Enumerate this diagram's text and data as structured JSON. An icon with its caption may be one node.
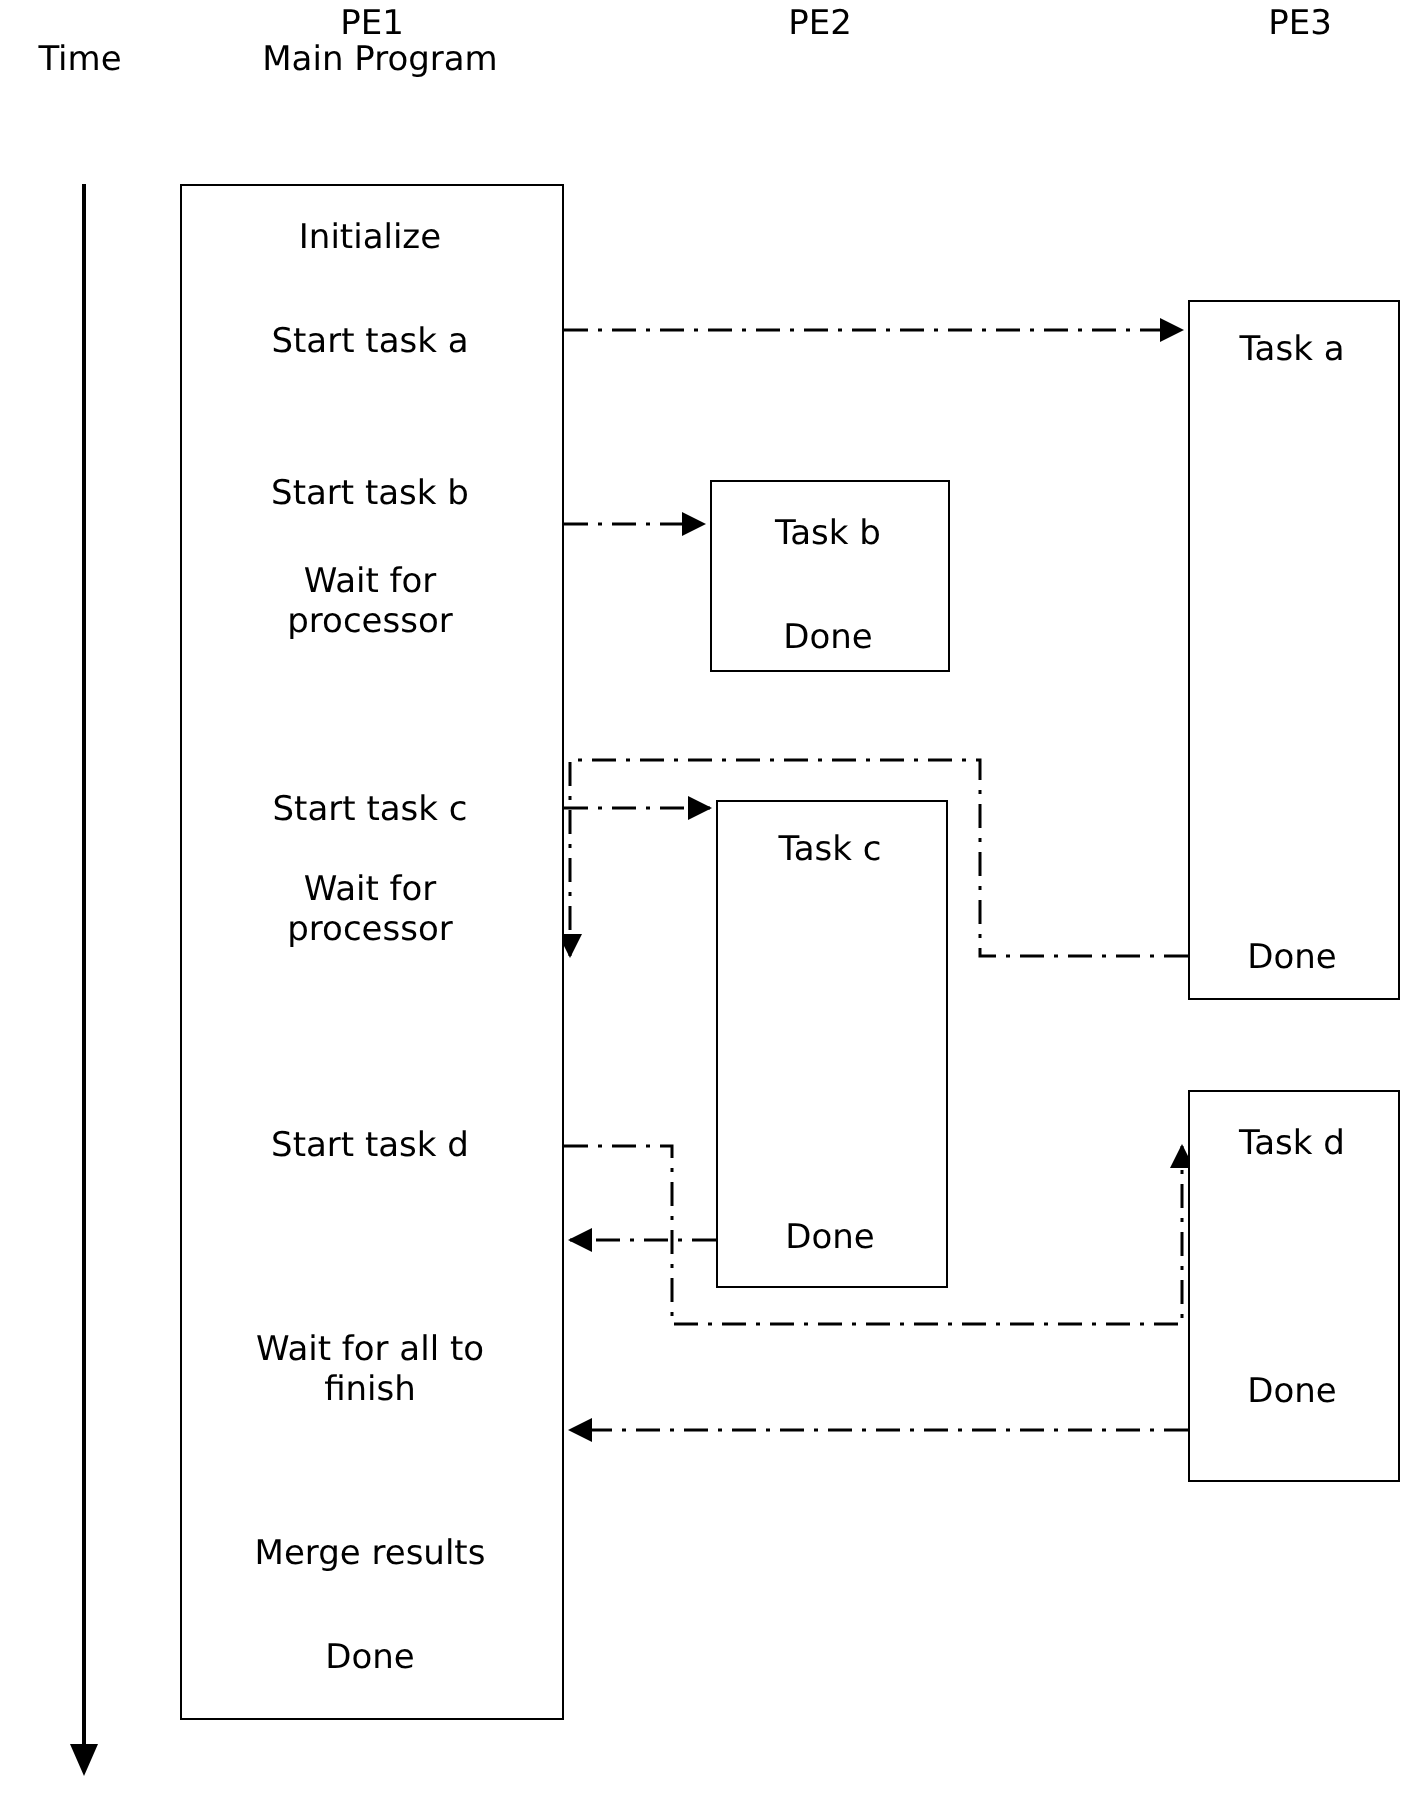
{
  "diagram": {
    "nodes": [
      {
        "text": [
          "Initialize",
          "Start task a",
          "Start task b",
          "Wait for processor",
          "Start task c",
          "Wait for processor",
          "Start task d",
          "Wait for all to finish",
          "Merge results",
          "Done"
        ]
      },
      {
        "text": [
          "Task a",
          "Done"
        ]
      },
      {
        "text": [
          "Task b",
          "Done"
        ]
      },
      {
        "text": [
          "Task c",
          "Done"
        ]
      },
      {
        "text": [
          "Task d",
          "Done"
        ]
      }
    ],
    "edges": [
      {
        "from": 0,
        "to": 1,
        "arrow": "to"
      },
      {
        "from": 0,
        "to": 2,
        "arrow": "to"
      },
      {
        "from": 0,
        "to": 3,
        "arrow": "to"
      },
      {
        "from": 1,
        "to": 0,
        "arrow": "to"
      },
      {
        "from": 0,
        "to": 4,
        "arrow": "to"
      },
      {
        "from": 3,
        "to": 0,
        "arrow": "to"
      },
      {
        "from": 4,
        "to": 0,
        "arrow": "to"
      }
    ],
    "labels": [
      "PE1",
      "PE2",
      "PE3",
      "Time",
      "Main Program"
    ]
  }
}
